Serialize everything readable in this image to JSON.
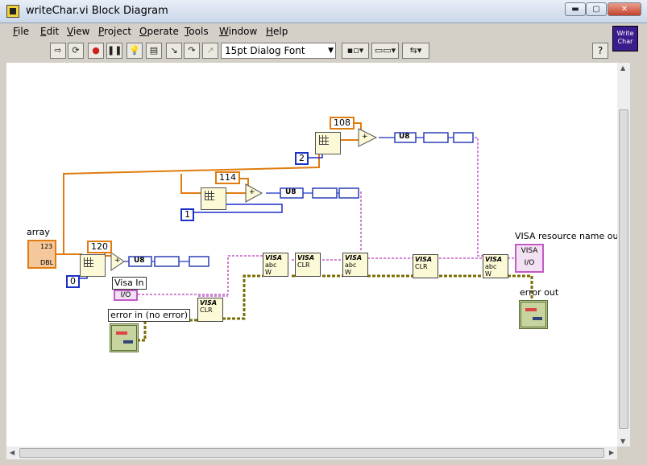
{
  "window": {
    "title": "writeChar.vi Block Diagram",
    "min_glyph": "▬",
    "max_glyph": "▢",
    "close_glyph": "✕"
  },
  "menu": [
    "File",
    "Edit",
    "View",
    "Project",
    "Operate",
    "Tools",
    "Window",
    "Help"
  ],
  "vi_icon_text": "Write Char",
  "toolbar": {
    "font": "15pt Dialog Font",
    "font_arrow": "▼",
    "run": "⇨",
    "run_cont": "⟳",
    "abort": "●",
    "pause": "❚❚",
    "highlight": "💡",
    "retain": "▤",
    "step_into": "↘",
    "step_over": "↷",
    "step_out": "↗",
    "align": "▪▫▾",
    "distribute": "▭▭▾",
    "reorder": "⇆▾",
    "help": "?"
  },
  "diagram": {
    "constants": [
      "120",
      "114",
      "108",
      "0",
      "1",
      "2"
    ],
    "labels": {
      "array": "array",
      "visa_in": "Visa In",
      "error_in": "error in (no error)",
      "visa_out": "VISA resource name out",
      "error_out": "error out"
    },
    "terminal_text": {
      "array_type": "123",
      "array_dtype": "DBL",
      "io": "I/O",
      "visa_tag": "VISA",
      "u8": "U8",
      "clr": "CLR",
      "abc": "abc",
      "w": "W",
      "plus": "+"
    }
  }
}
